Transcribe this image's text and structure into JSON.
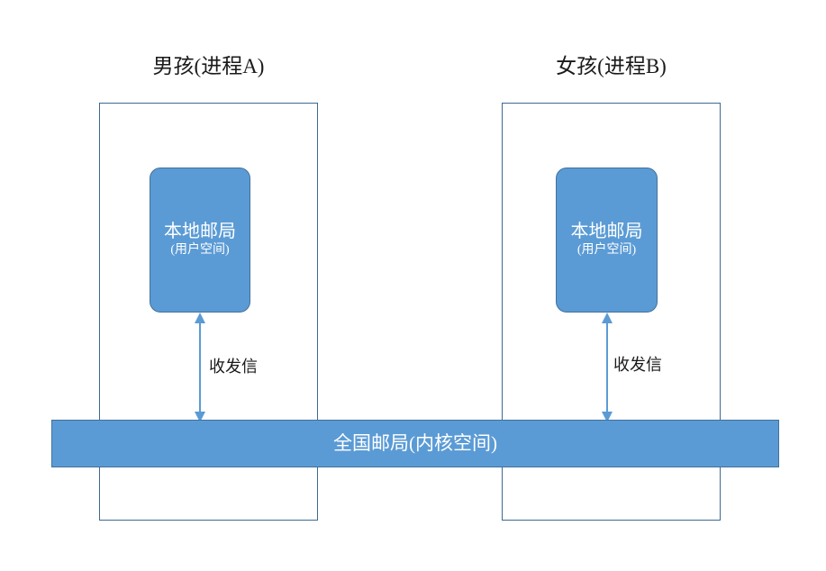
{
  "diagram": {
    "title_note": "socket communication analogy diagram",
    "columns": [
      {
        "id": "process-a",
        "title": "男孩(进程A)",
        "local_office": {
          "line1": "本地邮局",
          "line2": "(用户空间)"
        },
        "arrow_label": "收发信"
      },
      {
        "id": "process-b",
        "title": "女孩(进程B)",
        "local_office": {
          "line1": "本地邮局",
          "line2": "(用户空间)"
        },
        "arrow_label": "收发信"
      }
    ],
    "kernel": {
      "label": "全国邮局(内核空间)"
    },
    "colors": {
      "box_fill": "#5b9bd5",
      "box_border": "#41719c",
      "container_border": "#3d6a92",
      "arrow": "#5b9bd5",
      "text_dark": "#1a1a1a",
      "text_light": "#ffffff",
      "background": "#ffffff"
    }
  }
}
